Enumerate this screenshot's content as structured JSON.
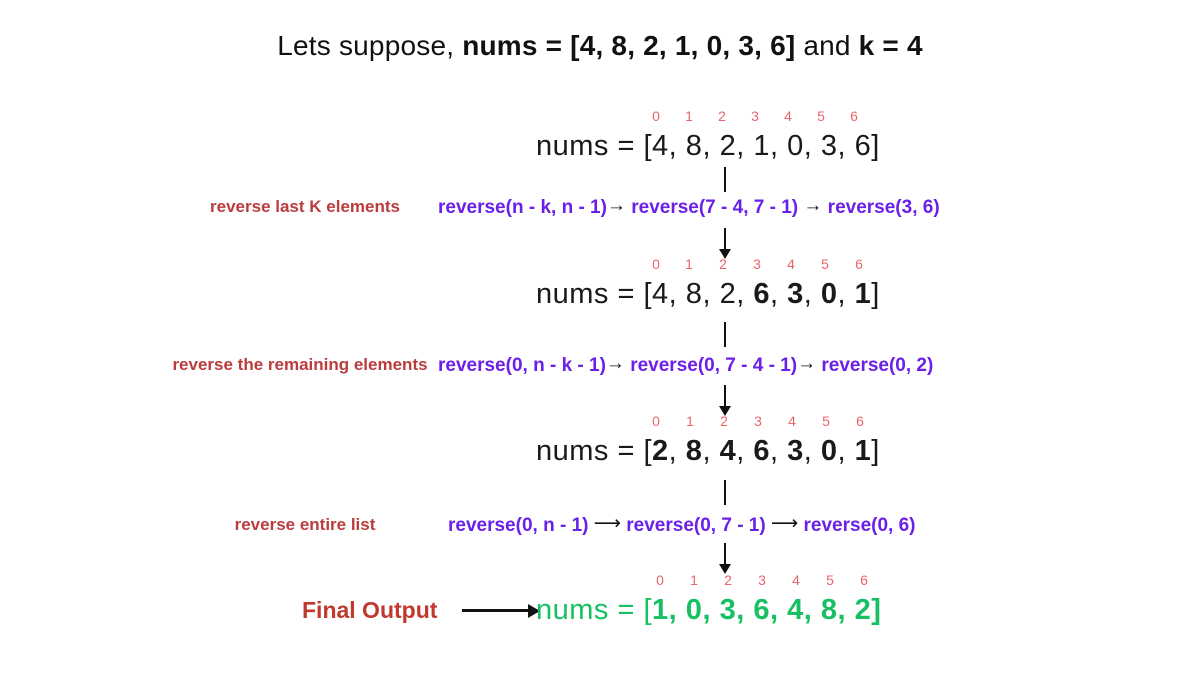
{
  "title": {
    "prefix": "Lets suppose, ",
    "nums_expr": "nums = [4, 8, 2, 1, 0, 3, 6]",
    "middle": " and ",
    "k_expr": "k = 4"
  },
  "colors": {
    "background": "#ffffff",
    "index_red": "#ea656b",
    "label_dark_red": "#bb3c3c",
    "expression_purple": "#6a20e8",
    "final_green": "#17c062",
    "final_label_red": "#c0392f",
    "text_black": "#1a1a1a"
  },
  "indices": [
    "0",
    "1",
    "2",
    "3",
    "4",
    "5",
    "6"
  ],
  "arrays": [
    {
      "id": "array-initial",
      "label": "nums = [",
      "close": "]",
      "elements": [
        {
          "value": "4",
          "bold": false
        },
        {
          "value": "8",
          "bold": false
        },
        {
          "value": "2",
          "bold": false
        },
        {
          "value": "1",
          "bold": false
        },
        {
          "value": "0",
          "bold": false
        },
        {
          "value": "3",
          "bold": false
        },
        {
          "value": "6",
          "bold": false
        }
      ]
    },
    {
      "id": "array-after-step-1",
      "label": "nums = [",
      "close": "]",
      "elements": [
        {
          "value": "4",
          "bold": false
        },
        {
          "value": "8",
          "bold": false
        },
        {
          "value": "2",
          "bold": false
        },
        {
          "value": "6",
          "bold": true
        },
        {
          "value": "3",
          "bold": true
        },
        {
          "value": "0",
          "bold": true
        },
        {
          "value": "1",
          "bold": true
        }
      ]
    },
    {
      "id": "array-after-step-2",
      "label": "nums = [",
      "close": "]",
      "elements": [
        {
          "value": "2",
          "bold": true
        },
        {
          "value": "8",
          "bold": true
        },
        {
          "value": "4",
          "bold": true
        },
        {
          "value": "6",
          "bold": true
        },
        {
          "value": "3",
          "bold": true
        },
        {
          "value": "0",
          "bold": true
        },
        {
          "value": "1",
          "bold": true
        }
      ]
    }
  ],
  "steps": [
    {
      "id": "step-reverse-last-k",
      "label": "reverse last K elements",
      "expr_generic": "reverse(n - k, n - 1)",
      "expr_substituted": "reverse(7 - 4, 7 - 1)",
      "expr_resolved": "reverse(3, 6)",
      "arrow": "→"
    },
    {
      "id": "step-reverse-remaining",
      "label": "reverse the remaining elements",
      "expr_generic": "reverse(0, n - k - 1)",
      "expr_substituted": "reverse(0, 7 - 4 - 1)",
      "expr_resolved": "reverse(0, 2)",
      "arrow": "→"
    },
    {
      "id": "step-reverse-entire-list",
      "label": "reverse entire list",
      "expr_generic": "reverse(0, n - 1)",
      "expr_substituted": "reverse(0, 7 - 1)",
      "expr_resolved": "reverse(0, 6)",
      "arrow": "⟶"
    }
  ],
  "final": {
    "label": "Final Output",
    "array": {
      "id": "array-final-output",
      "label": "nums = [",
      "close": "]",
      "elements": [
        {
          "value": "1",
          "bold": true
        },
        {
          "value": "0",
          "bold": true
        },
        {
          "value": "3",
          "bold": true
        },
        {
          "value": "6",
          "bold": true
        },
        {
          "value": "4",
          "bold": true
        },
        {
          "value": "8",
          "bold": true
        },
        {
          "value": "2",
          "bold": true
        }
      ]
    }
  }
}
